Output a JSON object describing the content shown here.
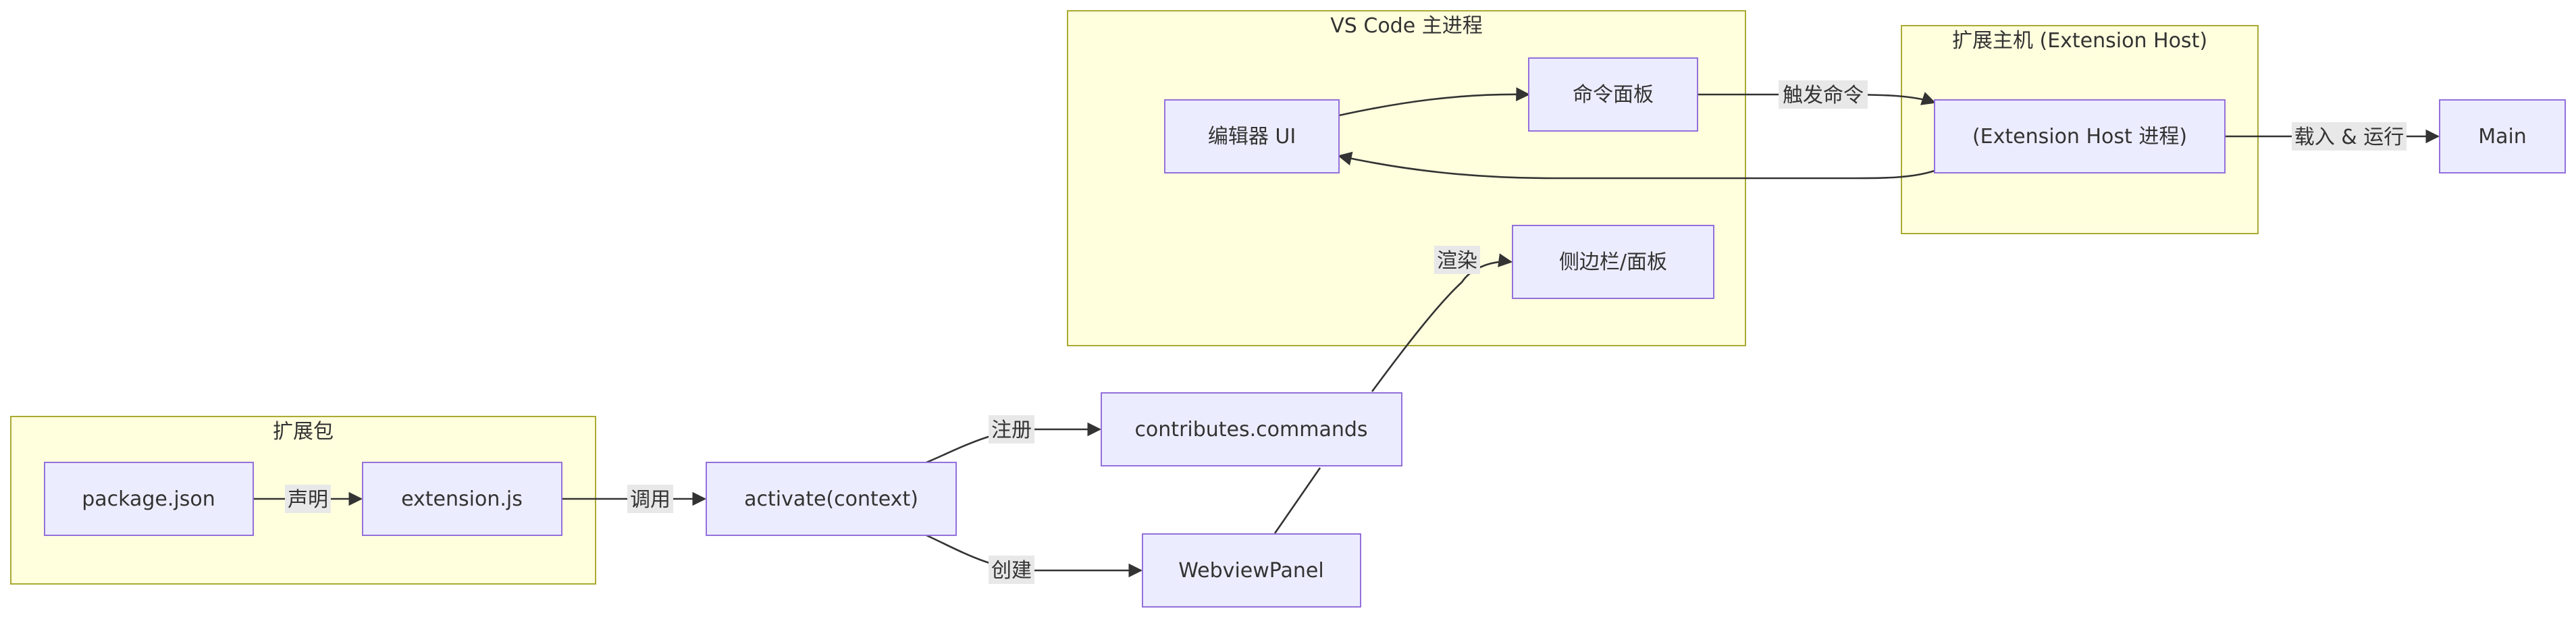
{
  "clusters": {
    "vscode": "VS Code 主进程",
    "host": "扩展主机 (Extension Host)",
    "package": "扩展包"
  },
  "nodes": {
    "editor": "编辑器 UI",
    "palette": "命令面板",
    "sidebar": "侧边栏/面板",
    "host_process": "(Extension Host 进程)",
    "main": "Main",
    "package_json": "package.json",
    "extension_js": "extension.js",
    "activate": "activate(context)",
    "commands": "contributes.commands",
    "webview": "WebviewPanel"
  },
  "edges": {
    "trigger": "触发命令",
    "load_run": "载入 & 运行",
    "render": "渲染",
    "declare": "声明",
    "call": "调用",
    "register": "注册",
    "create": "创建"
  },
  "colors": {
    "node_fill": "#ececff",
    "node_stroke": "#9370db",
    "cluster_fill": "#ffffde",
    "cluster_stroke": "#aaaa33",
    "edge": "#333333",
    "edge_label_bg": "#e8e8e8"
  }
}
